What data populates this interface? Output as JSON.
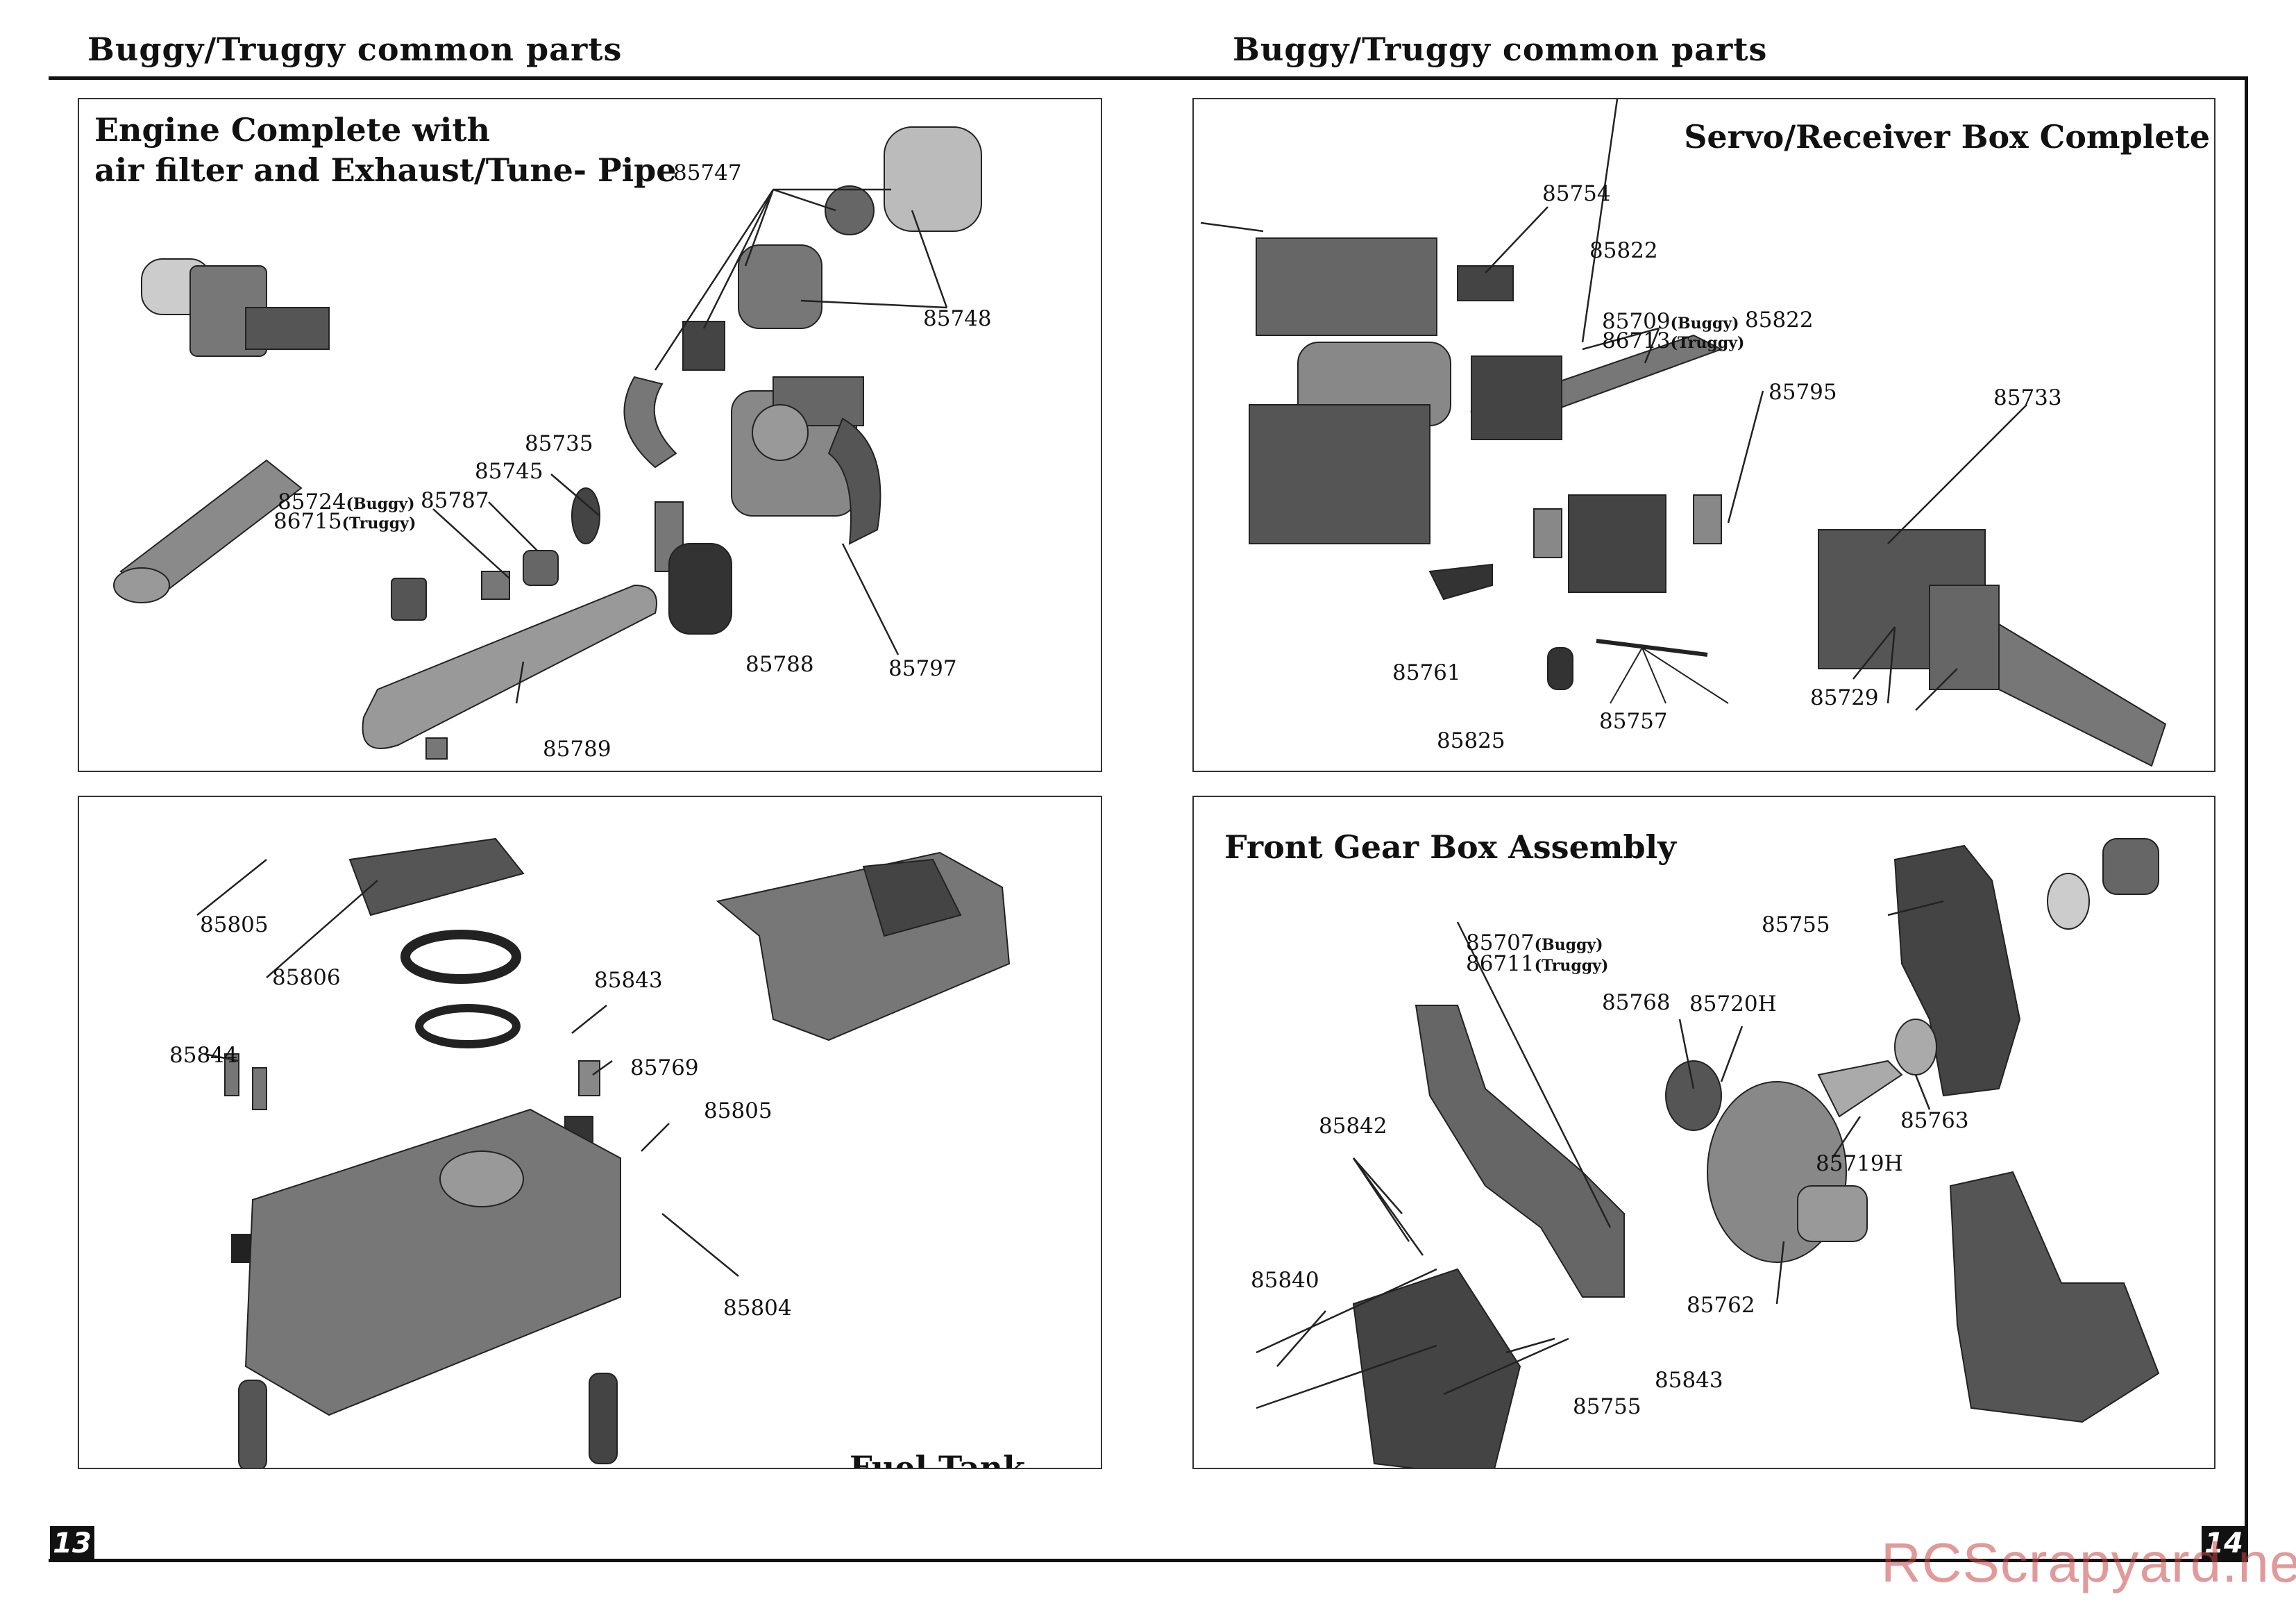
{
  "header": {
    "left": "Buggy/Truggy common parts",
    "right": "Buggy/Truggy common parts"
  },
  "panels": {
    "engine": {
      "title_line1": "Engine Complete with",
      "title_line2": "air filter and Exhaust/Tune- Pipe",
      "labels": {
        "p85747": "85747",
        "p85748": "85748",
        "p85735": "85735",
        "p85745": "85745",
        "p85787": "85787",
        "p85724": "85724",
        "buggy": "(Buggy)",
        "p86715": "86715",
        "truggy": "(Truggy)",
        "p85788": "85788",
        "p85797": "85797",
        "p85789": "85789"
      }
    },
    "servo": {
      "title": "Servo/Receiver Box Complete",
      "labels": {
        "p85754": "85754",
        "p85822a": "85822",
        "p85709": "85709",
        "buggy": "(Buggy)",
        "p86713": "86713",
        "truggy": "(Truggy)",
        "p85822b": "85822",
        "p85795": "85795",
        "p85733": "85733",
        "p85761": "85761",
        "p85757": "85757",
        "p85825": "85825",
        "p85729": "85729"
      }
    },
    "fuel": {
      "title": "Fuel Tank",
      "labels": {
        "p85805a": "85805",
        "p85806": "85806",
        "p85843": "85843",
        "p85769": "85769",
        "p85844": "85844",
        "p85805b": "85805",
        "p85804": "85804"
      }
    },
    "gearbox": {
      "title": "Front Gear Box Assembly",
      "labels": {
        "p85755a": "85755",
        "p85707": "85707",
        "buggy": "(Buggy)",
        "p86711": "86711",
        "truggy": "(Truggy)",
        "p85768": "85768",
        "p85720H": "85720H",
        "p85842": "85842",
        "p85763": "85763",
        "p85719H": "85719H",
        "p85840": "85840",
        "p85762": "85762",
        "p85843": "85843",
        "p85755b": "85755"
      }
    }
  },
  "page_numbers": {
    "left": "13",
    "right": "14"
  },
  "watermark": "RCScrapyard.net"
}
